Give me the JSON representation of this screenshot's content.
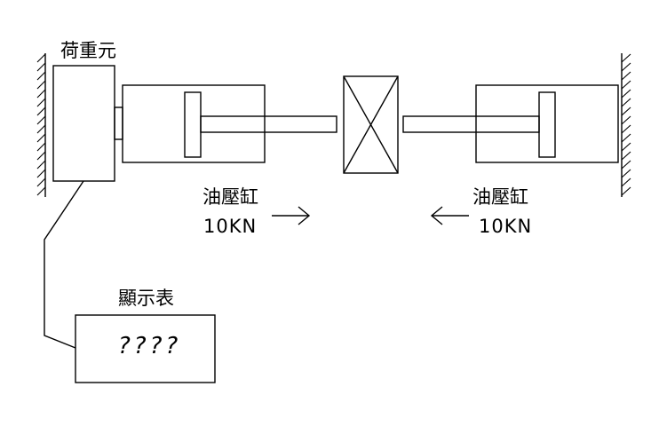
{
  "labels": {
    "load_cell": "荷重元",
    "display": "顯示表",
    "display_reading": "????",
    "left_cylinder": {
      "name": "油壓缸",
      "force": "10KN"
    },
    "right_cylinder": {
      "name": "油壓缸",
      "force": "10KN"
    }
  },
  "colors": {
    "line": "#000000",
    "background": "#ffffff"
  }
}
